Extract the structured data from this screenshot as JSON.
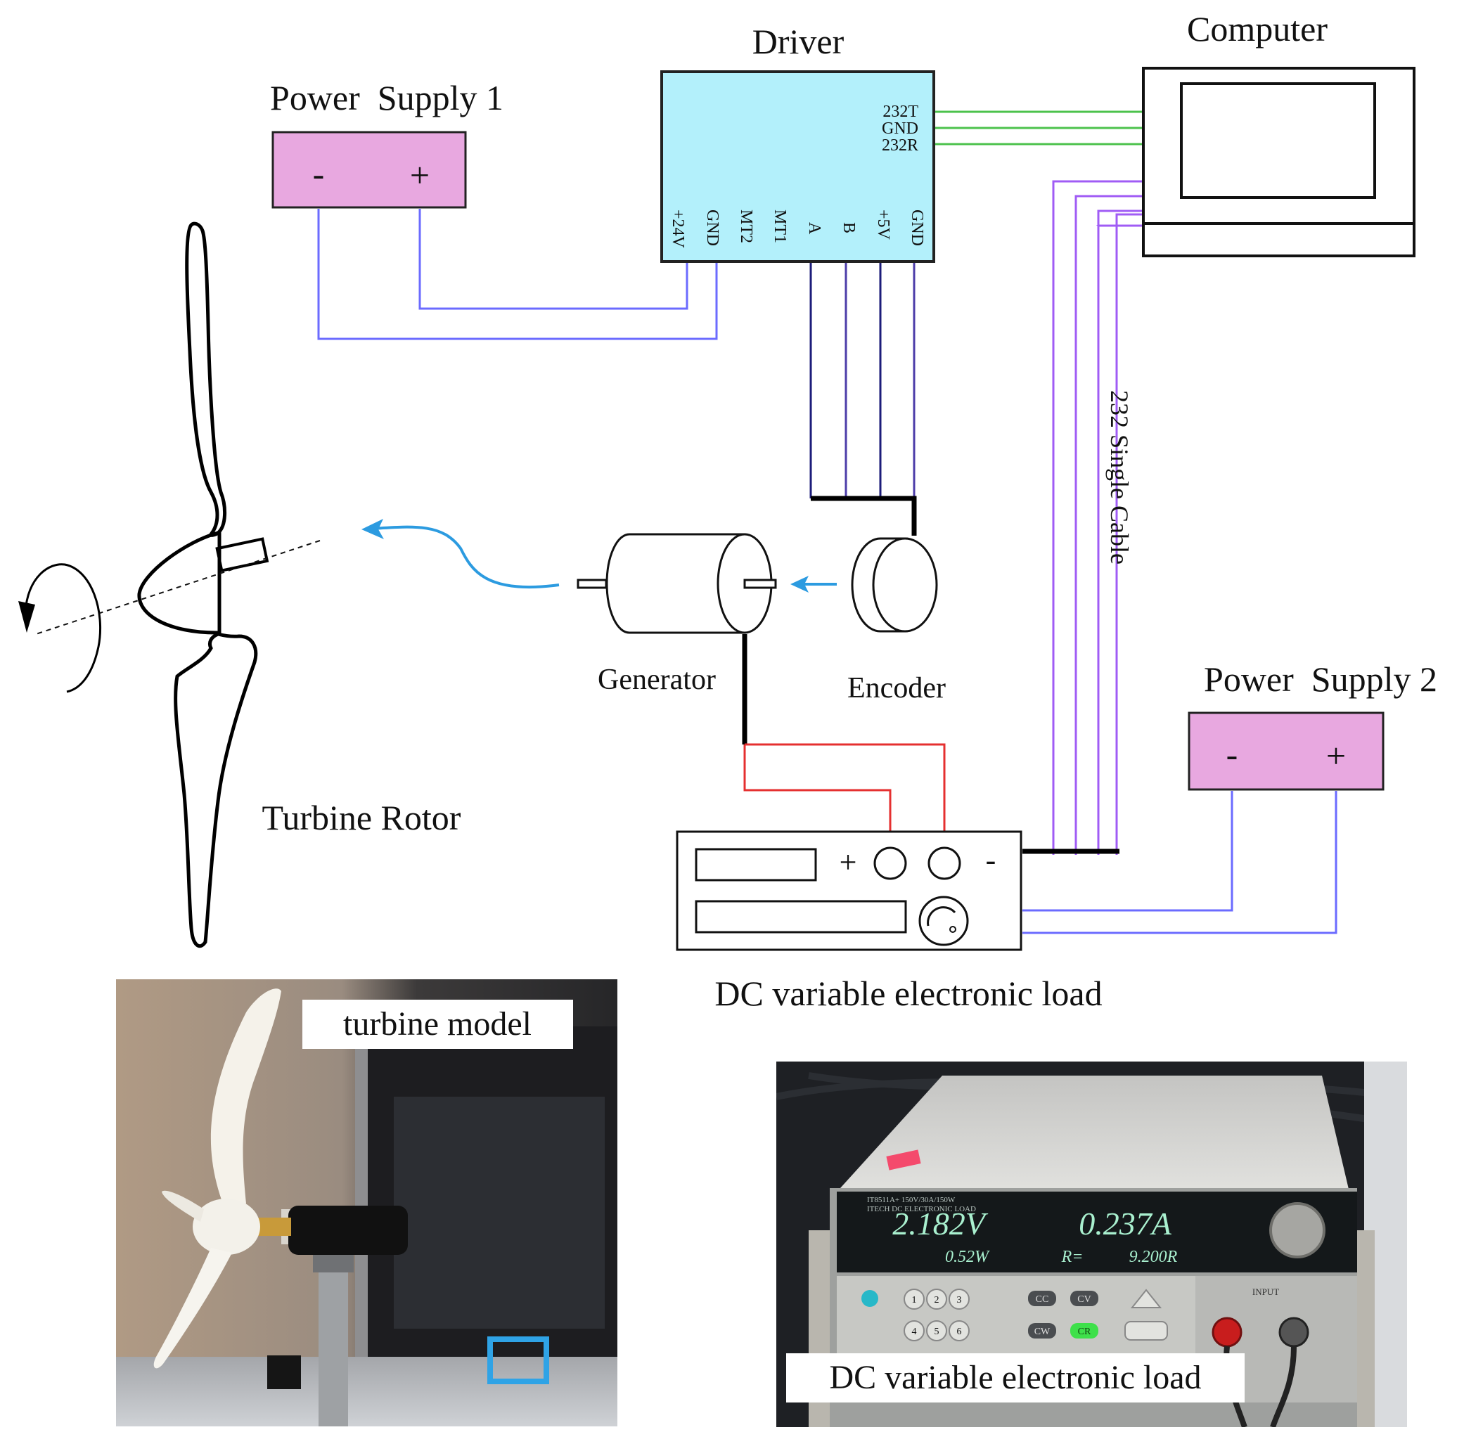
{
  "labels": {
    "driver": "Driver",
    "computer": "Computer",
    "power_supply_1": "Power  Supply 1",
    "power_supply_2": "Power  Supply 2",
    "generator": "Generator",
    "encoder": "Encoder",
    "turbine_rotor": "Turbine Rotor",
    "dc_load": "DC variable electronic load",
    "cable": "232 Single Cable"
  },
  "driver_pins": {
    "right_side": [
      "232T",
      "GND",
      "232R"
    ],
    "bottom": [
      "+24V",
      "GND",
      "MT2",
      "MT1",
      "A",
      "B",
      "+5V",
      "GND"
    ]
  },
  "power_supply_terminals": {
    "negative": "-",
    "positive": "+"
  },
  "dc_load_terminals": {
    "positive": "+",
    "negative": "-"
  },
  "photos": {
    "turbine": {
      "caption": "turbine model"
    },
    "load": {
      "caption": "DC variable electronic load",
      "display": {
        "voltage": "2.182V",
        "current": "0.237A",
        "power": "0.52W",
        "resistance_label": "R=",
        "resistance": "9.200R",
        "model_line_1": "IT8511A+  150V/30A/150W",
        "model_line_2": "ITECH DC ELECTRONIC LOAD",
        "input_label": "INPUT",
        "keys": [
          "1",
          "2",
          "3",
          "4",
          "5",
          "6",
          "CC",
          "CV",
          "CW",
          "CR"
        ]
      }
    }
  },
  "colors": {
    "driver_fill": "#b3f0fb",
    "power_supply_fill": "#e8a8e0",
    "wire_blue": "#6b6bff",
    "wire_green": "#4cc24c",
    "wire_purple": "#a05cf5",
    "wire_red": "#e53030",
    "wire_navy": "#1c1c7a",
    "arrow_blue": "#2c9be0"
  }
}
